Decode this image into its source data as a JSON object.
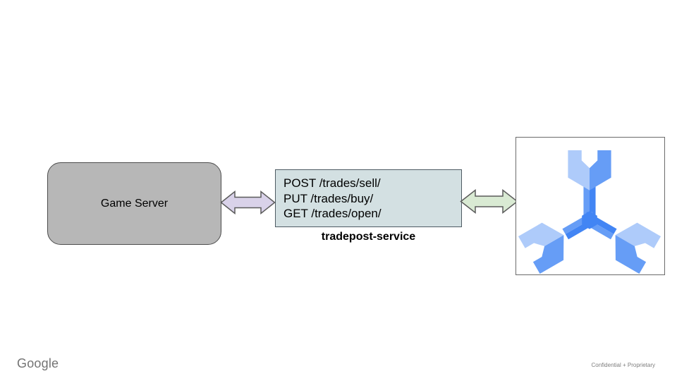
{
  "slide": {
    "nodes": {
      "game_server": {
        "label": "Game Server"
      },
      "service": {
        "endpoints": [
          "POST /trades/sell/",
          "PUT /trades/buy/",
          "GET /trades/open/"
        ],
        "caption": "tradepost-service"
      },
      "database": {
        "icon": "cloud-spanner-icon"
      }
    },
    "connectors": [
      {
        "name": "game-server-to-service",
        "type": "bidirectional-arrow",
        "fill": "#d9d2e9"
      },
      {
        "name": "service-to-spanner",
        "type": "bidirectional-arrow",
        "fill": "#d9ead3"
      }
    ],
    "colors": {
      "game_server_fill": "#b7b7b7",
      "service_fill": "#d3e0e2",
      "arrow_purple_fill": "#d9d2e9",
      "arrow_green_fill": "#d9ead3",
      "shape_stroke": "#5b5b5b",
      "spanner_light": "#AECBFA",
      "spanner_medium": "#669DF6",
      "spanner_dark": "#4285F4"
    }
  },
  "footer": {
    "logo_text": "Google",
    "note": "Confidential + Proprietary"
  }
}
